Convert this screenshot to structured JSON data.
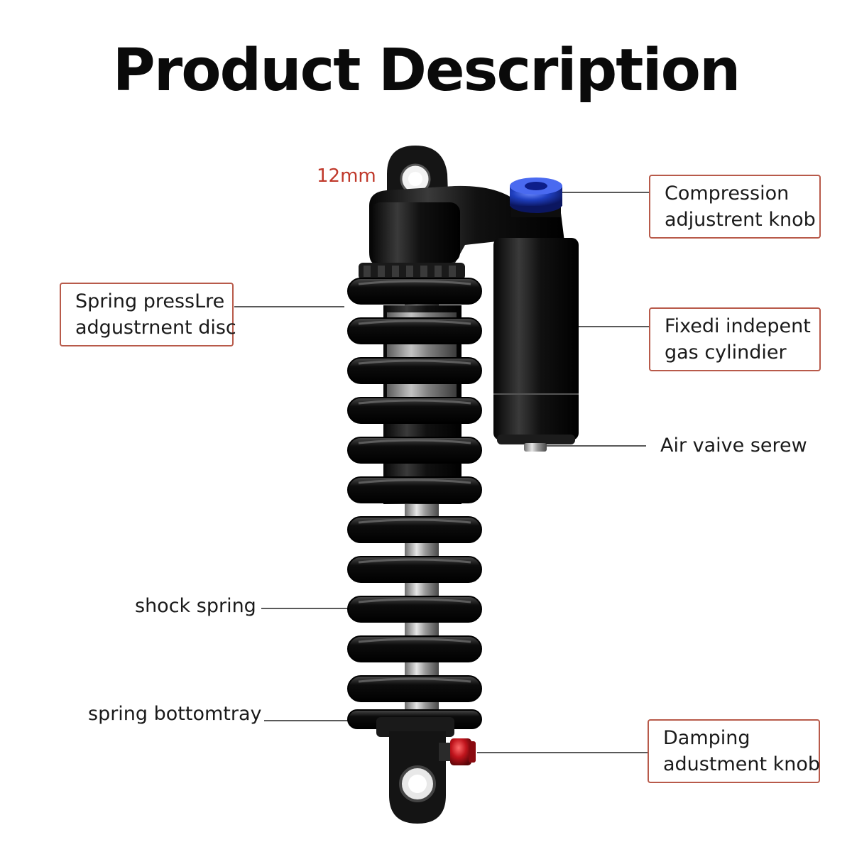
{
  "title": "Product Description",
  "dimension_label": "12mm",
  "labels": {
    "compression": {
      "line1": "Compression",
      "line2": "adjustrent knob"
    },
    "spring_disc": {
      "line1": "Spring pressLre",
      "line2": "adgustrnent disc"
    },
    "gas_cylinder": {
      "line1": "Fixedi indepent",
      "line2": "gas cylindier"
    },
    "air_valve": "Air vaive serew",
    "shock_spring": "shock spring",
    "bottom_tray": "spring bottomtray",
    "damping": {
      "line1": "Damping",
      "line2": "adustment knob"
    }
  },
  "colors": {
    "label_border": "#b85a4a",
    "dimension_text": "#c0392b",
    "compression_knob": "#1f3fbf",
    "damping_knob": "#c0141c",
    "spring": "#111111",
    "shaft": "#c8c8c8"
  }
}
